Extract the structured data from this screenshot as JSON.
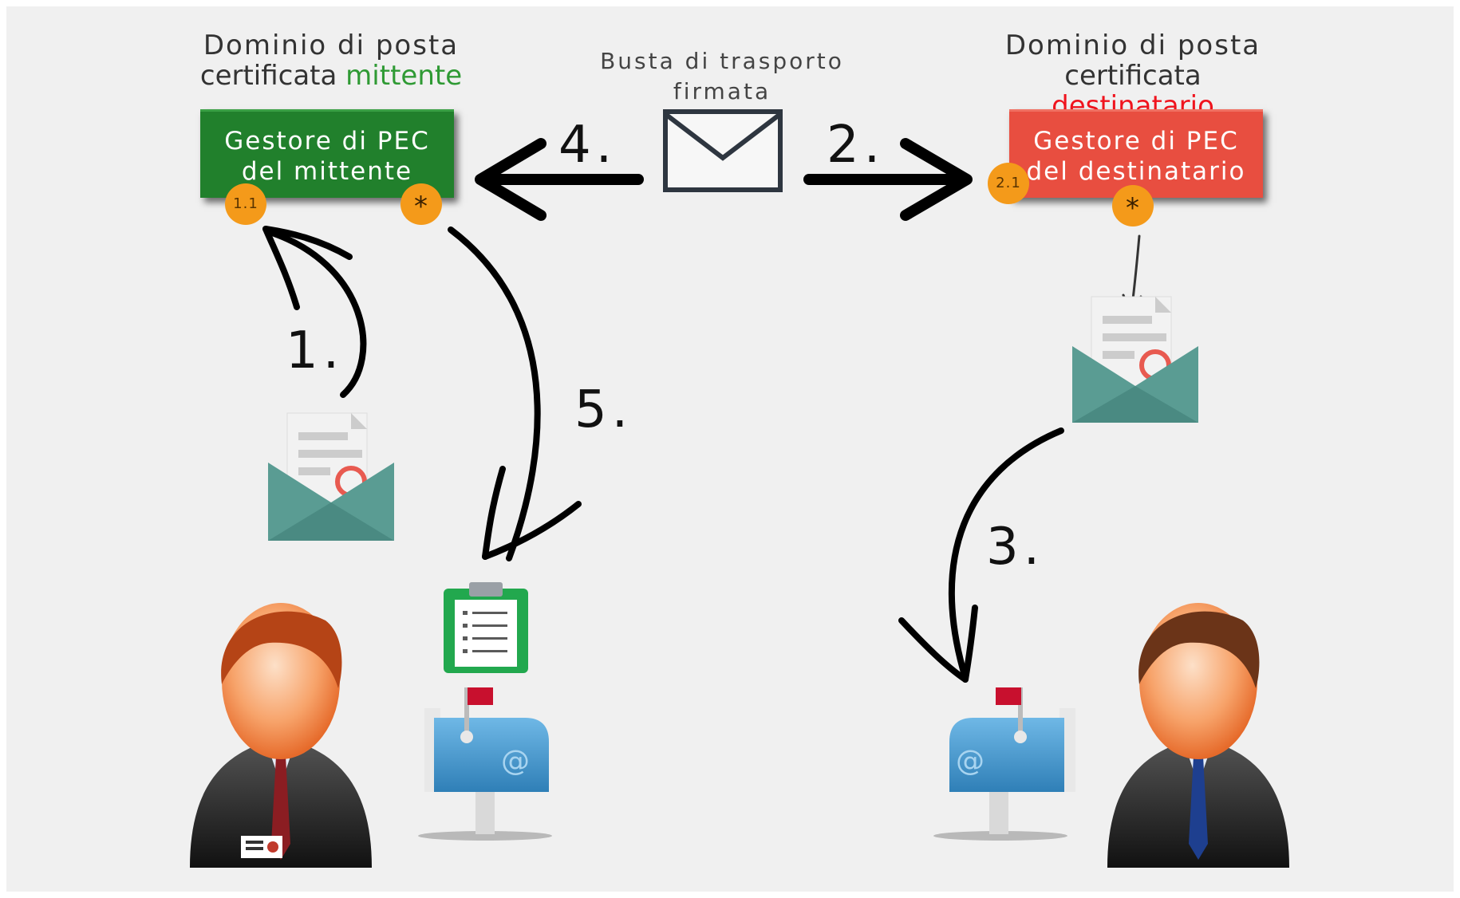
{
  "header_left": {
    "line1": "Dominio di posta",
    "line2": "certificata",
    "accent": "mittente"
  },
  "header_right": {
    "line1": "Dominio di posta",
    "line2": "certificata",
    "accent": "destinatario"
  },
  "transport_label": {
    "line1": "Busta di trasporto",
    "line2": "firmata"
  },
  "sender_box": {
    "line1": "Gestore di PEC",
    "line2": "del mittente"
  },
  "receiver_box": {
    "line1": "Gestore di PEC",
    "line2": "del destinatario"
  },
  "badges": {
    "sender_left": "1.1",
    "sender_right": "*",
    "receiver_left": "2.1",
    "receiver_bottom": "*"
  },
  "steps": {
    "s1": "1.",
    "s2": "2.",
    "s3": "3.",
    "s4": "4.",
    "s5": "5."
  },
  "colors": {
    "sender": "#21802c",
    "receiver": "#e84e40",
    "badge": "#f49a1a",
    "envelope": "#4f8f87",
    "mailbox": "#3d8fc4"
  },
  "icons": [
    "envelope-icon",
    "signed-message-icon",
    "receipt-clipboard-icon",
    "mailbox-icon",
    "sender-person-icon",
    "receiver-person-icon"
  ]
}
